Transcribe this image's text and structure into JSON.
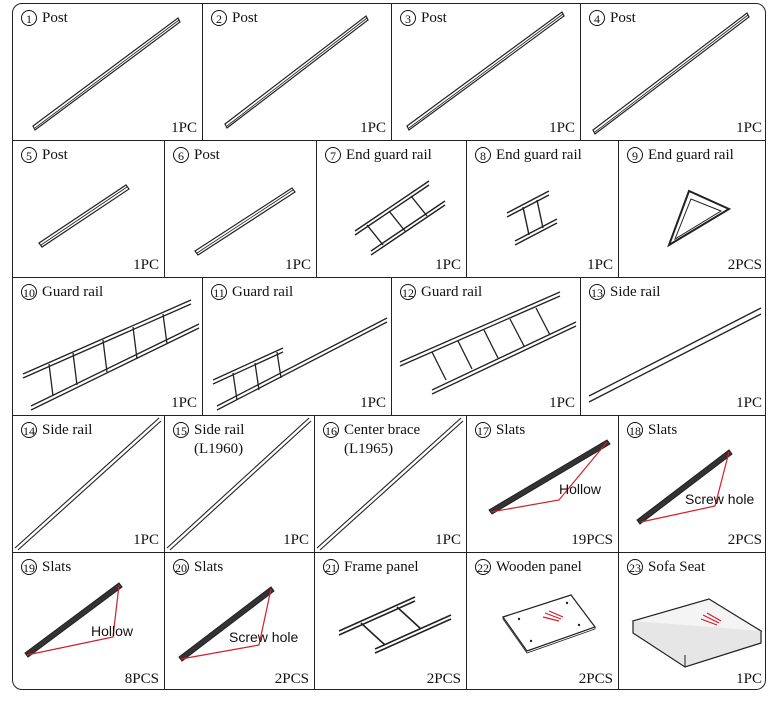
{
  "parts": [
    {
      "num": "1",
      "name": "Post",
      "qty": "1PC"
    },
    {
      "num": "2",
      "name": "Post",
      "qty": "1PC"
    },
    {
      "num": "3",
      "name": "Post",
      "qty": "1PC"
    },
    {
      "num": "4",
      "name": "Post",
      "qty": "1PC"
    },
    {
      "num": "5",
      "name": "Post",
      "qty": "1PC"
    },
    {
      "num": "6",
      "name": "Post",
      "qty": "1PC"
    },
    {
      "num": "7",
      "name": "End guard rail",
      "qty": "1PC"
    },
    {
      "num": "8",
      "name": "End guard rail",
      "qty": "1PC"
    },
    {
      "num": "9",
      "name": "End guard rail",
      "qty": "2PCS"
    },
    {
      "num": "10",
      "name": "Guard rail",
      "qty": "1PC"
    },
    {
      "num": "11",
      "name": "Guard rail",
      "qty": "1PC"
    },
    {
      "num": "12",
      "name": "Guard rail",
      "qty": "1PC"
    },
    {
      "num": "13",
      "name": "Side rail",
      "qty": "1PC"
    },
    {
      "num": "14",
      "name": "Side rail",
      "qty": "1PC"
    },
    {
      "num": "15",
      "name": "Side rail",
      "sub": "(L1960)",
      "qty": "1PC"
    },
    {
      "num": "16",
      "name": "Center brace",
      "sub": "(L1965)",
      "qty": "1PC"
    },
    {
      "num": "17",
      "name": "Slats",
      "note": "Hollow",
      "qty": "19PCS"
    },
    {
      "num": "18",
      "name": "Slats",
      "note": "Screw hole",
      "qty": "2PCS"
    },
    {
      "num": "19",
      "name": "Slats",
      "note": "Hollow",
      "qty": "8PCS"
    },
    {
      "num": "20",
      "name": "Slats",
      "note": "Screw hole",
      "qty": "2PCS"
    },
    {
      "num": "21",
      "name": "Frame panel",
      "qty": "2PCS"
    },
    {
      "num": "22",
      "name": "Wooden panel",
      "qty": "2PCS"
    },
    {
      "num": "23",
      "name": "Sofa Seat",
      "qty": "1PC"
    }
  ],
  "colors": {
    "line": "#222222",
    "accent": "#d0202a"
  }
}
